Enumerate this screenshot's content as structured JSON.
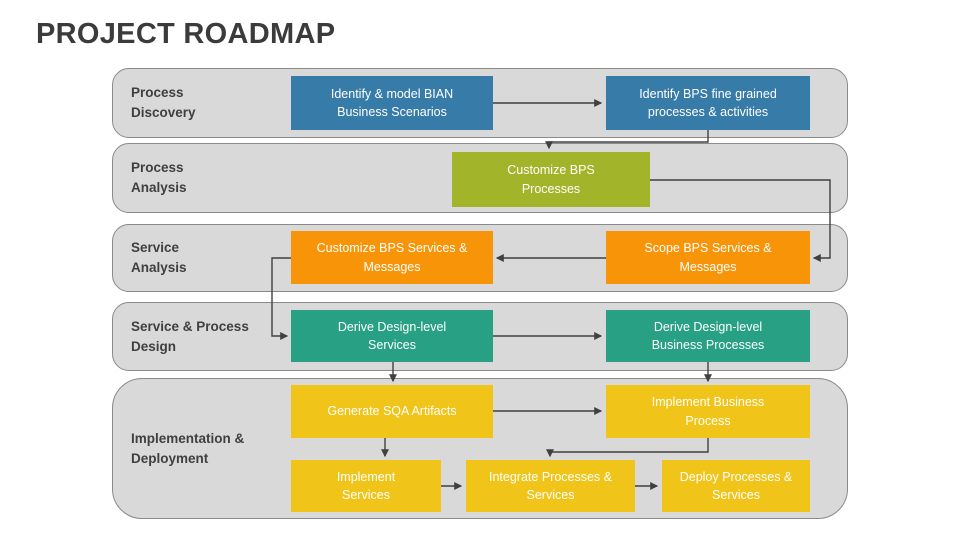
{
  "title": "PROJECT ROADMAP",
  "colors": {
    "blue": "#377BA8",
    "olive": "#A2B52A",
    "orange": "#F79408",
    "teal": "#27A083",
    "yellow": "#F0C419",
    "lane_fill": "#D9D9D9",
    "lane_border": "#8A8A8A",
    "arrow": "#404040",
    "box_text": "#FFFFFF",
    "title_text": "#3B3B3B"
  },
  "lanes": [
    {
      "label": "Process\nDiscovery"
    },
    {
      "label": "Process\nAnalysis"
    },
    {
      "label": "Service\nAnalysis"
    },
    {
      "label": "Service & Process\nDesign"
    },
    {
      "label": "Implementation &\nDeployment"
    }
  ],
  "boxes": {
    "identify_bian": {
      "label": "Identify & model BIAN\nBusiness Scenarios",
      "color": "blue"
    },
    "identify_bps": {
      "label": "Identify BPS fine grained\nprocesses & activities",
      "color": "blue"
    },
    "customize_bps": {
      "label": "Customize BPS\nProcesses",
      "color": "olive"
    },
    "customize_services": {
      "label": "Customize BPS Services &\nMessages",
      "color": "orange"
    },
    "scope_services": {
      "label": "Scope BPS Services &\nMessages",
      "color": "orange"
    },
    "derive_services": {
      "label": "Derive Design-level\nServices",
      "color": "teal"
    },
    "derive_processes": {
      "label": "Derive Design-level\nBusiness Processes",
      "color": "teal"
    },
    "generate_sqa": {
      "label": "Generate SQA Artifacts",
      "color": "yellow"
    },
    "implement_business": {
      "label": "Implement Business\nProcess",
      "color": "yellow"
    },
    "implement_services": {
      "label": "Implement\nServices",
      "color": "yellow"
    },
    "integrate": {
      "label": "Integrate Processes &\nServices",
      "color": "yellow"
    },
    "deploy": {
      "label": "Deploy Processes &\nServices",
      "color": "yellow"
    }
  },
  "flow": [
    {
      "from": "identify_bian",
      "to": "identify_bps"
    },
    {
      "from": "identify_bps",
      "to": "customize_bps"
    },
    {
      "from": "customize_bps",
      "to": "scope_services"
    },
    {
      "from": "scope_services",
      "to": "customize_services"
    },
    {
      "from": "customize_services",
      "to": "derive_services"
    },
    {
      "from": "derive_services",
      "to": "derive_processes"
    },
    {
      "from": "derive_services",
      "to": "generate_sqa"
    },
    {
      "from": "derive_processes",
      "to": "implement_business"
    },
    {
      "from": "generate_sqa",
      "to": "implement_business"
    },
    {
      "from": "generate_sqa",
      "to": "implement_services"
    },
    {
      "from": "implement_business",
      "to": "integrate"
    },
    {
      "from": "implement_services",
      "to": "integrate"
    },
    {
      "from": "integrate",
      "to": "deploy"
    }
  ]
}
